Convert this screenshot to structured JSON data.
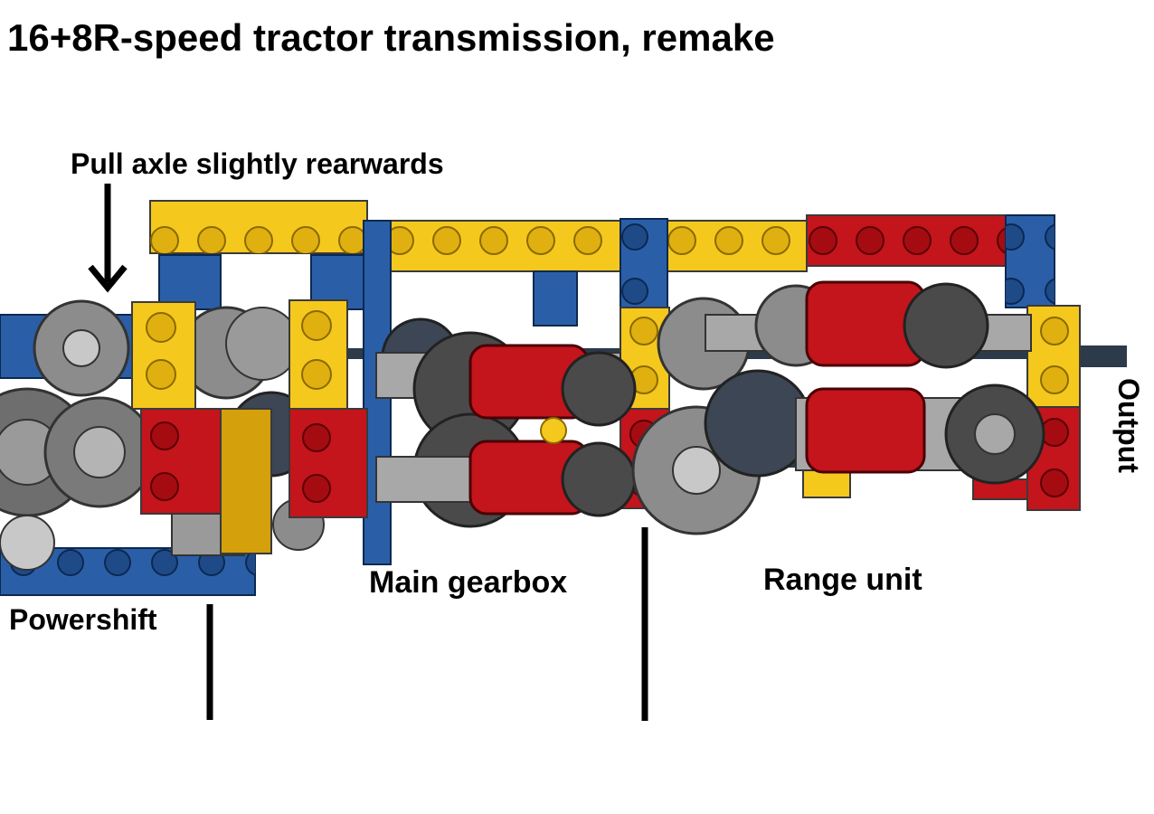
{
  "title": "16+8R-speed tractor transmission, remake",
  "labels": {
    "pull_axle": "Pull axle slightly rearwards",
    "powershift": "Powershift",
    "main_gearbox": "Main gearbox",
    "range_unit": "Range unit",
    "output": "Output"
  },
  "colors": {
    "yellow": "#f5c81e",
    "blue": "#2a5fa8",
    "red": "#c4141c",
    "gray": "#8c8c8c",
    "dark_gray": "#4a4a4a",
    "light_gray": "#c8c8c8"
  }
}
